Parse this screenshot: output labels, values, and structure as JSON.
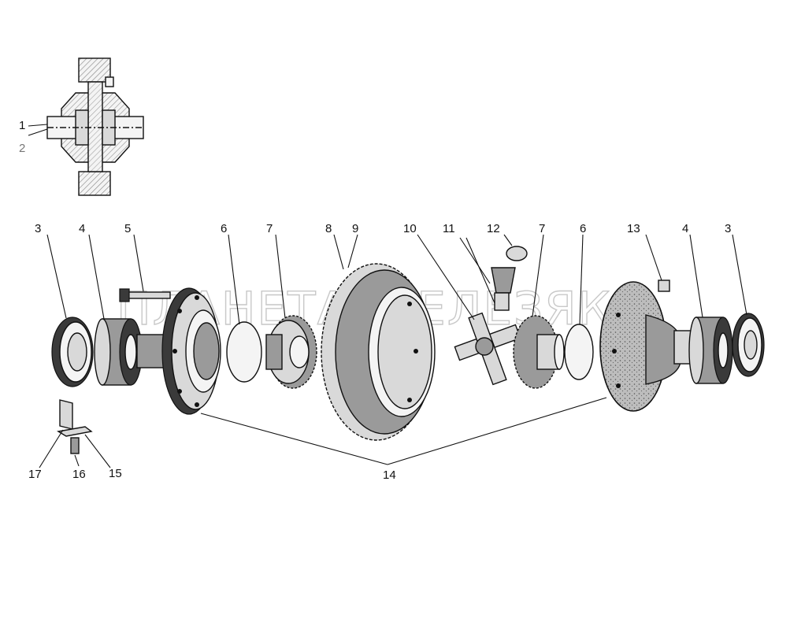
{
  "watermark": "ПЛАНЕТА ЖЕЛЕЗЯКА",
  "callouts": {
    "c1": "1",
    "c2": "2",
    "c3a": "3",
    "c4a": "4",
    "c5": "5",
    "c6a": "6",
    "c7a": "7",
    "c8": "8",
    "c9": "9",
    "c10": "10",
    "c11": "11",
    "c12": "12",
    "c7b": "7",
    "c6b": "6",
    "c13": "13",
    "c4b": "4",
    "c3b": "3",
    "c14": "14",
    "c15": "15",
    "c16": "16",
    "c17": "17"
  }
}
